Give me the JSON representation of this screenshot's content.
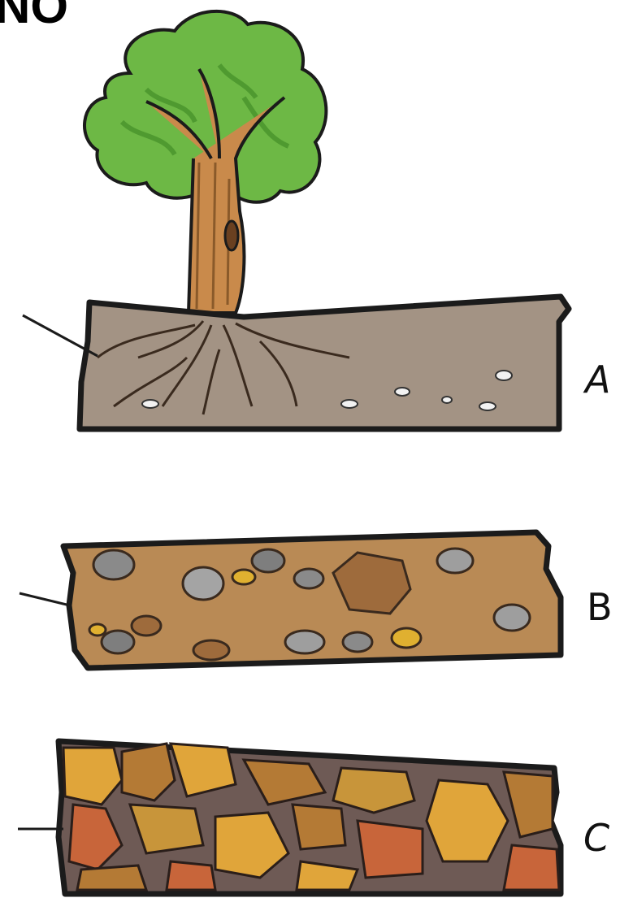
{
  "heading": "NO",
  "layers": [
    {
      "label": "A"
    },
    {
      "label": "B"
    },
    {
      "label": "C"
    }
  ],
  "colors": {
    "foliage": "#6db845",
    "foliage_dark": "#4f9a30",
    "trunk": "#c98a4b",
    "layer_a": "#a39384",
    "layer_b": "#b98a55",
    "layer_c_fill": "#6e5a55",
    "rock_gold": "#e0a53a",
    "rock_brown": "#b47a35",
    "rock_red": "#c8653a",
    "outline": "#1b1b1b"
  }
}
